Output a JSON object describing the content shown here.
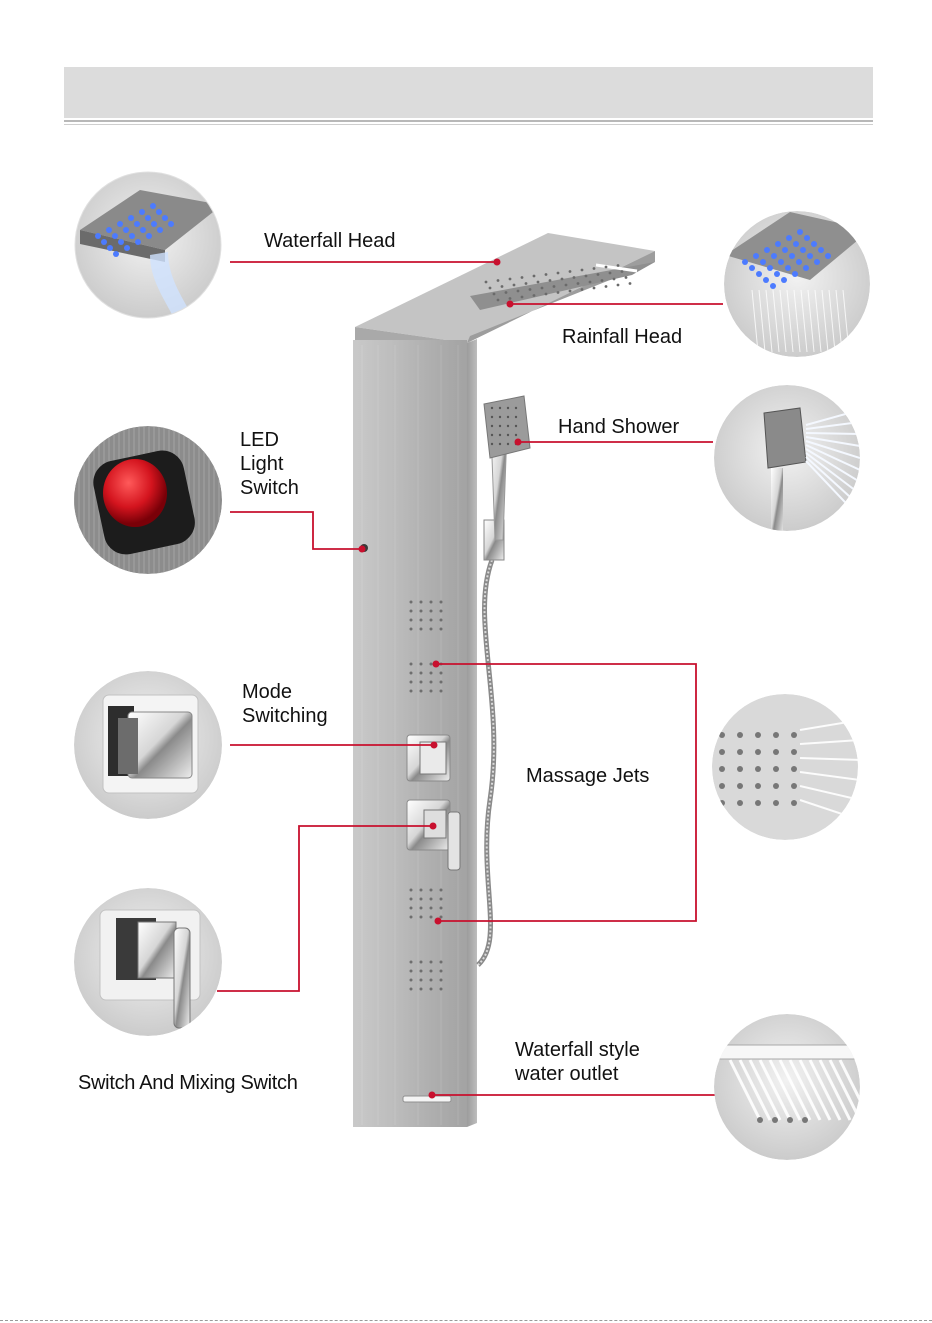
{
  "labels": {
    "waterfall_head": "Waterfall  Head",
    "rainfall_head": "Rainfall Head",
    "hand_shower": "Hand Shower",
    "led_light_switch": "LED\nLight\nSwitch",
    "mode_switching": "Mode\nSwitching",
    "massage_jets": "Massage Jets",
    "switch_and_mixing_switch": "Switch And Mixing Switch",
    "waterfall_outlet": "Waterfall style\nwater outlet"
  },
  "colors": {
    "leader_line": "#c8102e",
    "panel_steel": "#b9b9b9",
    "led_button": "#d4141e",
    "led_glow": "#4c7bff"
  }
}
